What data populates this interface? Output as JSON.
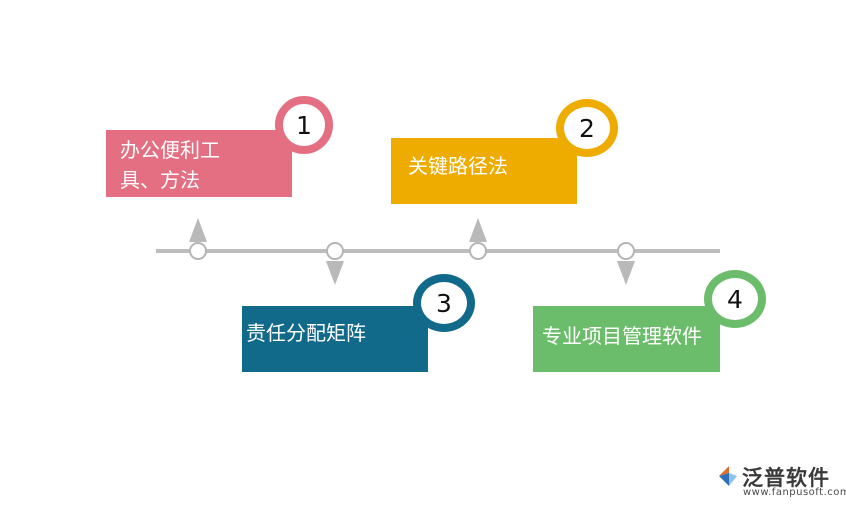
{
  "steps": [
    {
      "number": "1",
      "label_line1": "办公便利工",
      "label_line2": "具、方法",
      "color": "#e46f82"
    },
    {
      "number": "2",
      "label_line1": "关键路径法",
      "color": "#eeab00"
    },
    {
      "number": "3",
      "label_line1": "责任分配矩阵",
      "color": "#126a8a"
    },
    {
      "number": "4",
      "label_line1": "专业项目管理软件",
      "color": "#6cbd6b"
    }
  ],
  "logo": {
    "brand": "泛普软件",
    "url": "www.fanpusoft.com"
  }
}
